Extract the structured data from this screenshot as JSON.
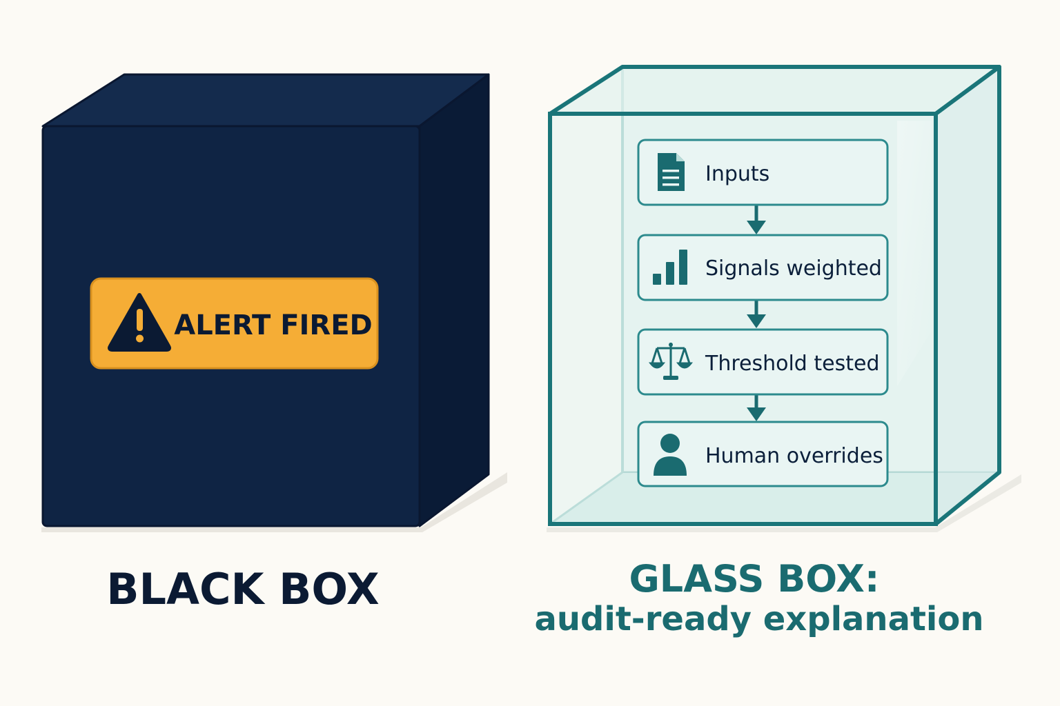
{
  "colors": {
    "background": "#fcfaf5",
    "black_box_front": "#0f2444",
    "black_box_top": "#142b4d",
    "black_box_side": "#0a1b36",
    "alert_fill": "#f5ad36",
    "alert_text": "#0b1a33",
    "glass_edge": "#1a7579",
    "glass_fill": "#dff0ee",
    "glass_text": "#0b1f3a",
    "black_label": "#0b1a33",
    "glass_label": "#1a6b70"
  },
  "black_box": {
    "alert_icon": "warning-triangle-icon",
    "alert_text": "ALERT FIRED",
    "label": "BLACK BOX"
  },
  "glass_box": {
    "steps": [
      {
        "label": "Inputs",
        "icon": "document-icon"
      },
      {
        "label": "Signals weighted",
        "icon": "bar-chart-icon"
      },
      {
        "label": "Threshold tested",
        "icon": "balance-scale-icon"
      },
      {
        "label": "Human overrides",
        "icon": "person-icon"
      }
    ],
    "label_line1": "GLASS BOX:",
    "label_line2": "audit-ready explanation"
  }
}
